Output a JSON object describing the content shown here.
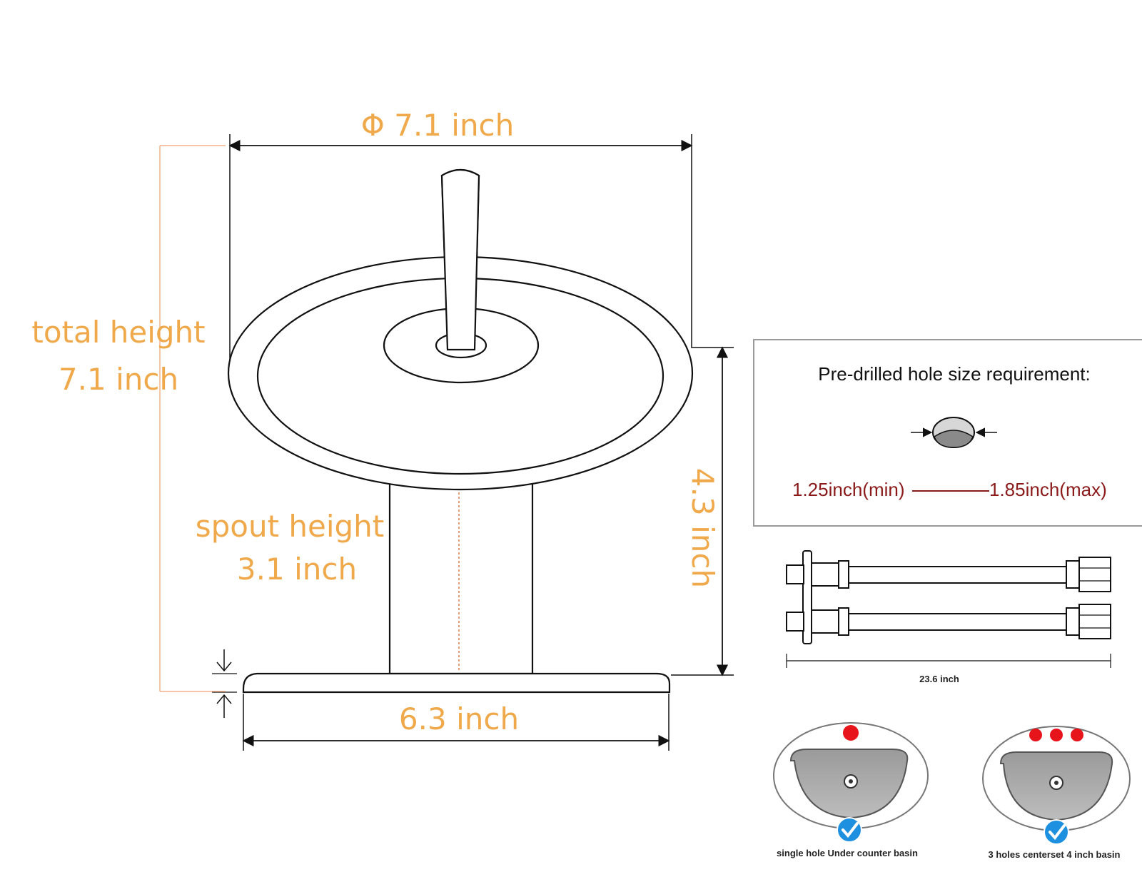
{
  "dimensions": {
    "diameter_label": "Φ 7.1 inch",
    "total_height_line1": "total height",
    "total_height_line2": "7.1 inch",
    "spout_height_line1": "spout height",
    "spout_height_line2": "3.1 inch",
    "vertical_label": "4.3 inch",
    "base_width_label": "6.3 inch"
  },
  "hole_requirement": {
    "title": "Pre-drilled hole size requirement:",
    "min_label": "1.25inch(min)",
    "max_label": "1.85inch(max)"
  },
  "hoses": {
    "length_label": "23.6 inch"
  },
  "basins": [
    {
      "caption": "single hole Under counter basin",
      "holes": 1
    },
    {
      "caption": "3 holes centerset 4 inch basin",
      "holes": 3
    }
  ],
  "colors": {
    "label": "#f0a94a",
    "range_text": "#8b1a1a",
    "hole_dot": "#e8141b",
    "check": "#1e90e0"
  }
}
